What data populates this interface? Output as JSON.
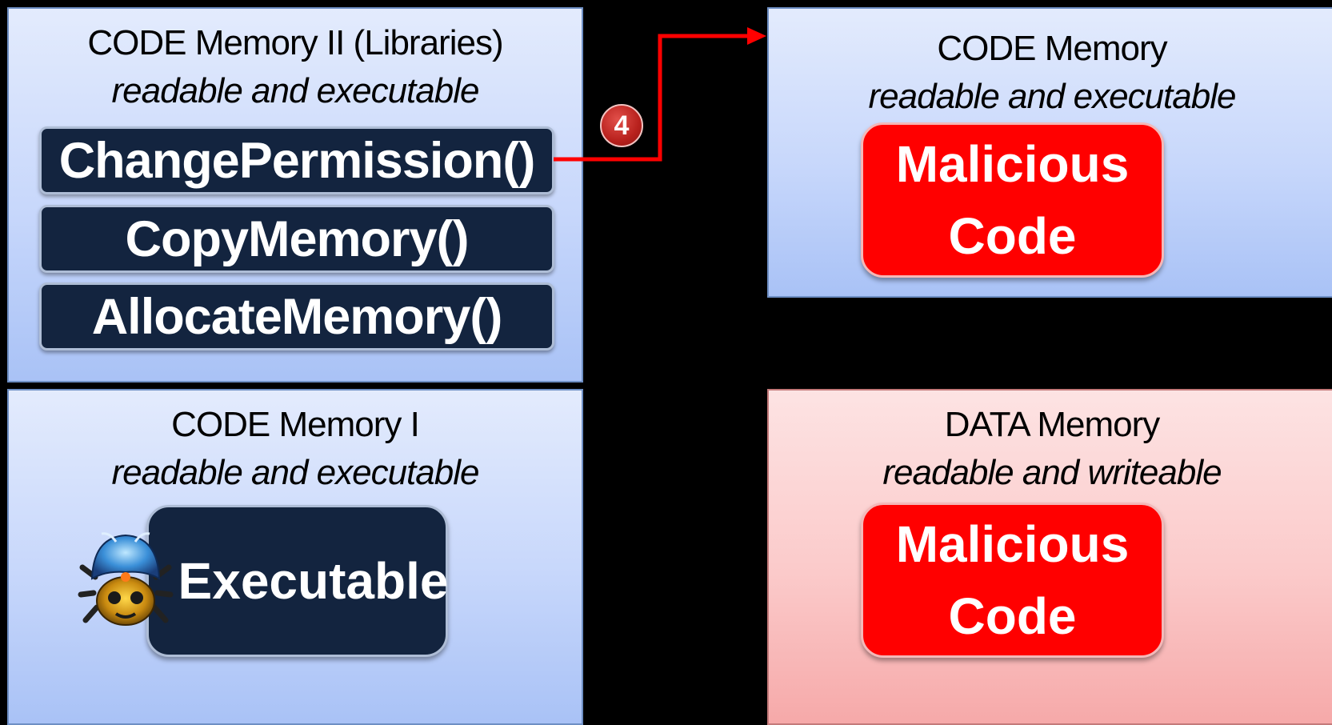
{
  "regions": {
    "code_libraries": {
      "title": "CODE Memory II (Libraries)",
      "subtitle": "readable and executable",
      "functions": [
        "ChangePermission()",
        "CopyMemory()",
        "AllocateMemory()"
      ]
    },
    "code_one": {
      "title": "CODE Memory I",
      "subtitle": "readable and executable",
      "box_label": "Executable",
      "icon": "malware-bug-icon"
    },
    "code_target": {
      "title": "CODE Memory",
      "subtitle": "readable and executable",
      "box_line1": "Malicious",
      "box_line2": "Code"
    },
    "data_memory": {
      "title": "DATA Memory",
      "subtitle": "readable and writeable",
      "box_line1": "Malicious",
      "box_line2": "Code"
    }
  },
  "arrow": {
    "step_number": "4",
    "color": "#ff0000",
    "from": "ChangePermission()",
    "to": "CODE Memory"
  },
  "colors": {
    "background": "#000000",
    "code_region": "#c7d7fb",
    "data_region": "#fbcaca",
    "function_box": "#13243f",
    "malicious_box": "#ff0000"
  }
}
